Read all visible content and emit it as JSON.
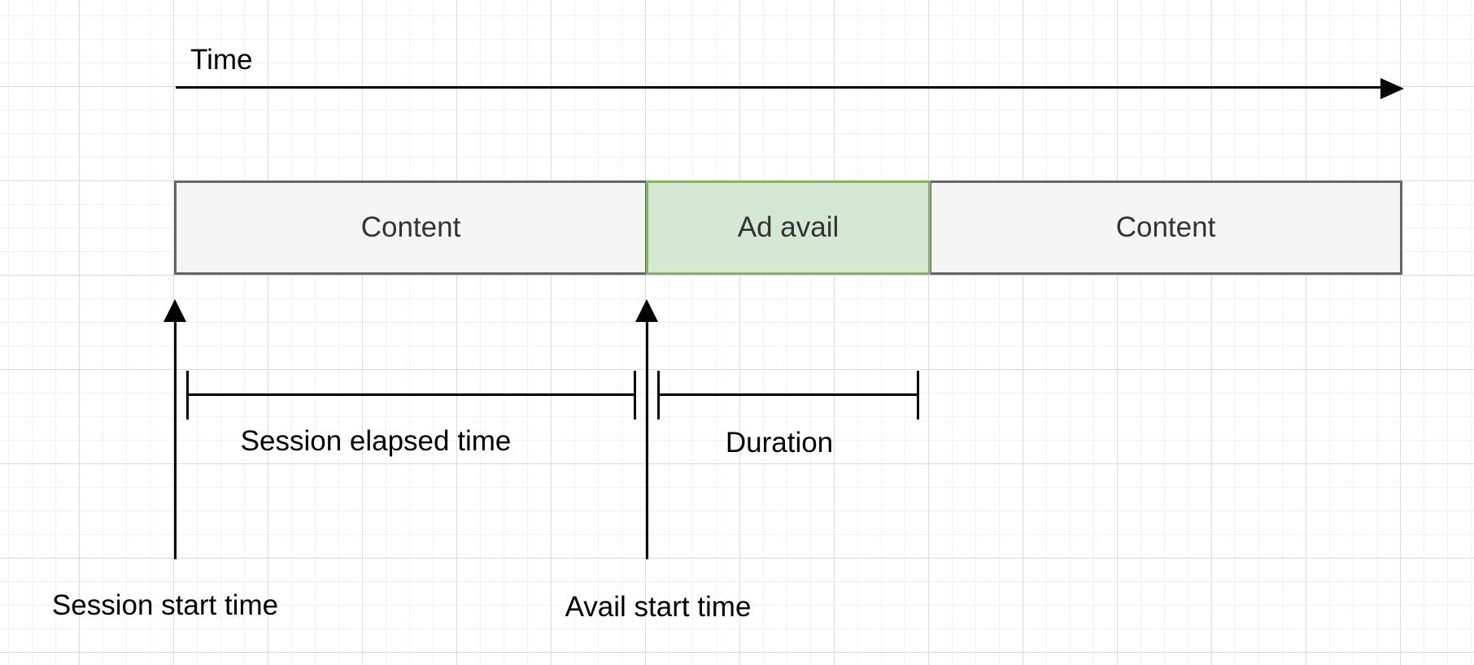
{
  "diagram": {
    "type": "timeline-diagram",
    "time_axis": {
      "label": "Time"
    },
    "boxes": [
      {
        "label": "Content",
        "fill": "#f5f5f5",
        "border": "#666666"
      },
      {
        "label": "Ad avail",
        "fill": "#d5e8d4",
        "border": "#82b366"
      },
      {
        "label": "Content",
        "fill": "#f5f5f5",
        "border": "#666666"
      }
    ],
    "measurements": [
      {
        "label": "Session elapsed time"
      },
      {
        "label": "Duration"
      }
    ],
    "markers": [
      {
        "label": "Session start time"
      },
      {
        "label": "Avail start time"
      }
    ],
    "colors": {
      "line": "#000000",
      "grid_minor": "#f2f2f2",
      "grid_major": "#dadada",
      "content_fill": "#f5f5f5",
      "content_border": "#666666",
      "avail_fill": "#d5e8d4",
      "avail_border": "#82b366"
    }
  }
}
